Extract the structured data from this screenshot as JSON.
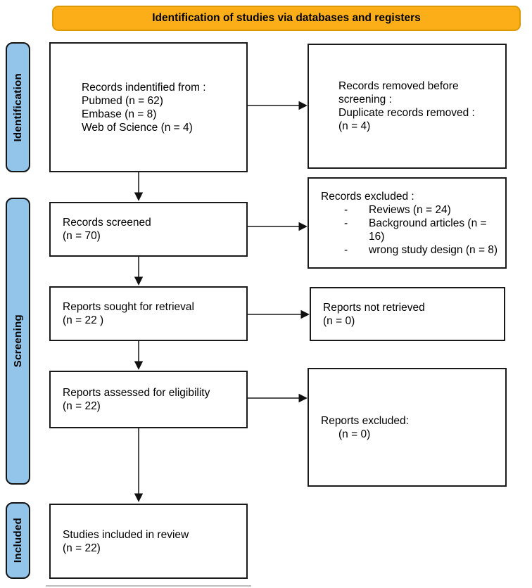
{
  "banner": {
    "title": "Identification of studies via databases and registers"
  },
  "stage_labels": {
    "identification": "Identification",
    "screening": "Screening",
    "included": "Included"
  },
  "boxes": {
    "records_identified": {
      "lines": [
        "Records indentified from :",
        "Pubmed (n = 62)",
        "Embase (n = 8)",
        "Web of Science (n = 4)"
      ]
    },
    "records_removed": {
      "lines": [
        "Records removed before",
        "screening :",
        "Duplicate records removed :",
        "(n = 4)"
      ]
    },
    "records_screened": {
      "lines": [
        "Records screened",
        "(n = 70)"
      ]
    },
    "records_excluded": {
      "title": "Records excluded :",
      "bullet": "-",
      "items": [
        "Reviews (n = 24)",
        "Background articles (n = 16)",
        "wrong study design (n = 8)"
      ]
    },
    "reports_sought": {
      "lines": [
        "Reports sought for retrieval",
        "(n = 22 )"
      ]
    },
    "reports_not_retrieved": {
      "lines": [
        "Reports not retrieved",
        "(n = 0)"
      ]
    },
    "reports_assessed": {
      "lines": [
        "Reports assessed for eligibility",
        "(n = 22)"
      ]
    },
    "reports_excluded": {
      "lines": [
        "Reports excluded:",
        "(n = 0)"
      ]
    },
    "studies_included": {
      "lines": [
        "Studies included in review",
        "(n = 22)"
      ]
    }
  },
  "colors": {
    "banner_fill": "#FBAE17",
    "banner_border": "#DE9A05",
    "stage_fill": "#92C5E9",
    "box_border": "#1A1A1A",
    "arrow_line": "#3A3A3A",
    "arrow_head": "#111111"
  }
}
